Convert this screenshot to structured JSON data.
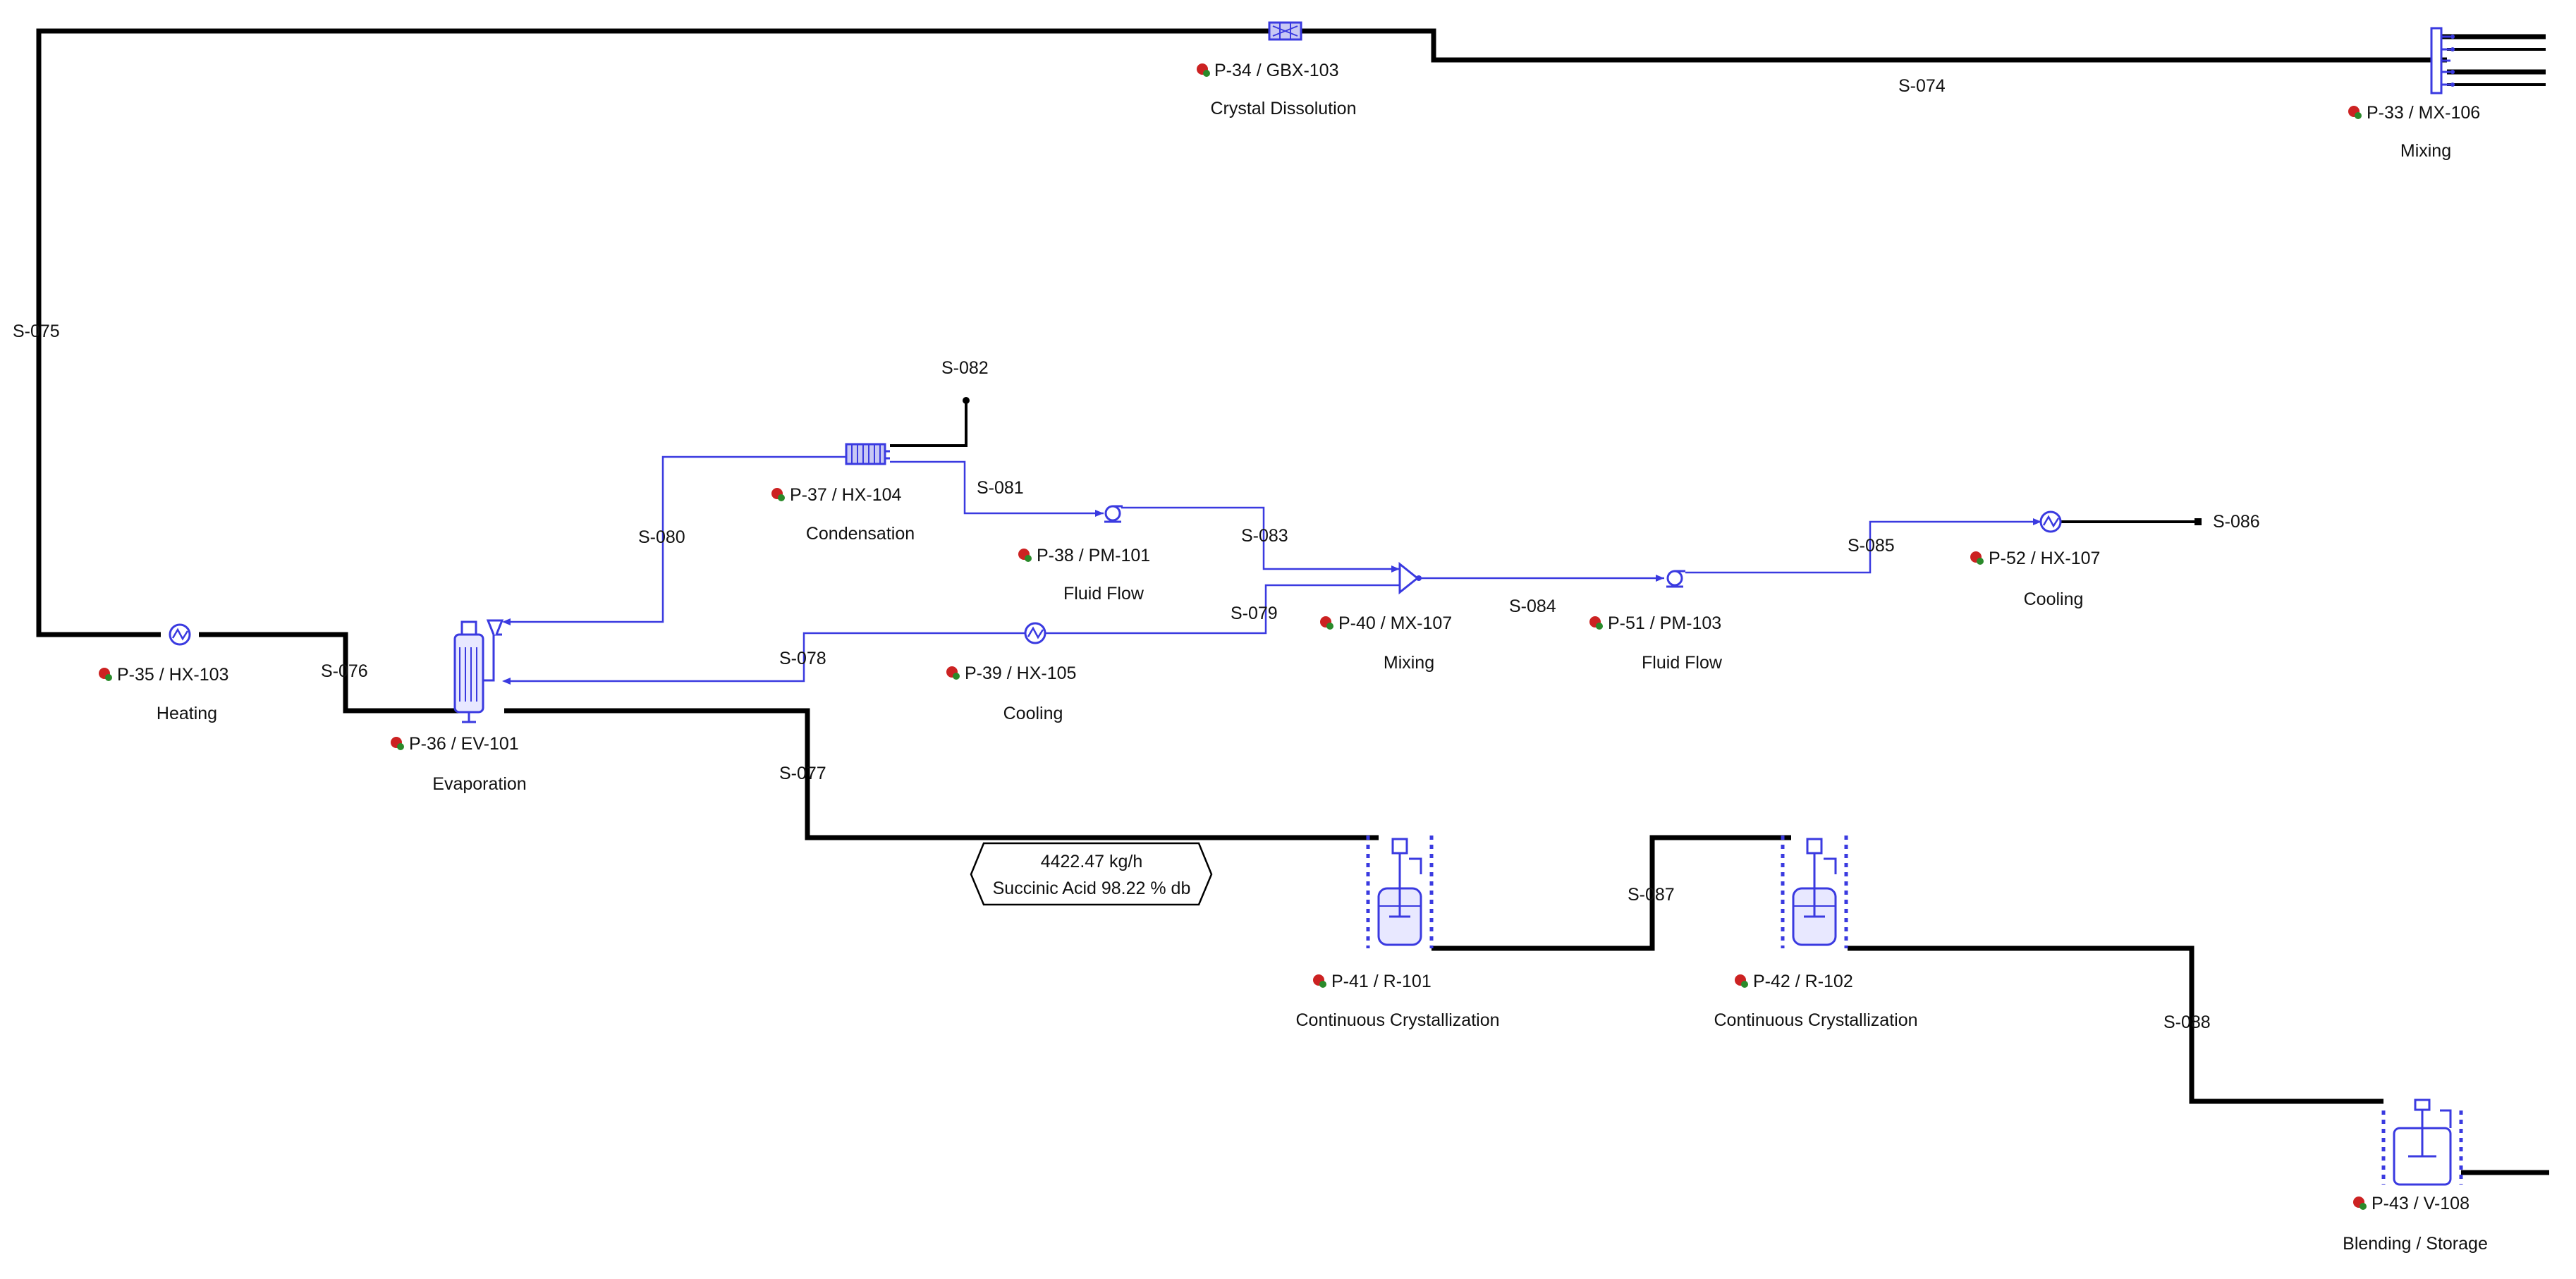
{
  "streams": {
    "s074": "S-074",
    "s075": "S-075",
    "s076": "S-076",
    "s077": "S-077",
    "s078": "S-078",
    "s079": "S-079",
    "s080": "S-080",
    "s081": "S-081",
    "s082": "S-082",
    "s083": "S-083",
    "s084": "S-084",
    "s085": "S-085",
    "s086": "S-086",
    "s087": "S-087",
    "s088": "S-088"
  },
  "units": {
    "p34": {
      "id": "P-34 / GBX-103",
      "desc": "Crystal Dissolution"
    },
    "p33": {
      "id": "P-33 / MX-106",
      "desc": "Mixing"
    },
    "p35": {
      "id": "P-35 / HX-103",
      "desc": "Heating"
    },
    "p36": {
      "id": "P-36 / EV-101",
      "desc": "Evaporation"
    },
    "p37": {
      "id": "P-37 / HX-104",
      "desc": "Condensation"
    },
    "p38": {
      "id": "P-38 / PM-101",
      "desc": "Fluid Flow"
    },
    "p39": {
      "id": "P-39 / HX-105",
      "desc": "Cooling"
    },
    "p40": {
      "id": "P-40 / MX-107",
      "desc": "Mixing"
    },
    "p51": {
      "id": "P-51 / PM-103",
      "desc": "Fluid Flow"
    },
    "p52": {
      "id": "P-52 / HX-107",
      "desc": "Cooling"
    },
    "p41": {
      "id": "P-41 / R-101",
      "desc": "Continuous Crystallization"
    },
    "p42": {
      "id": "P-42 / R-102",
      "desc": "Continuous Crystallization"
    },
    "p43": {
      "id": "P-43 / V-108",
      "desc": "Blending / Storage"
    }
  },
  "annotation": {
    "line1": "4422.47 kg/h",
    "line2": "Succinic Acid 98.22 % db"
  },
  "colors": {
    "main_stream": "#000000",
    "utility_stream": "#3a3ae0",
    "equipment": "#3a3ae0",
    "unit_icon_red": "#cc2222",
    "unit_icon_green": "#2a8a2a"
  }
}
